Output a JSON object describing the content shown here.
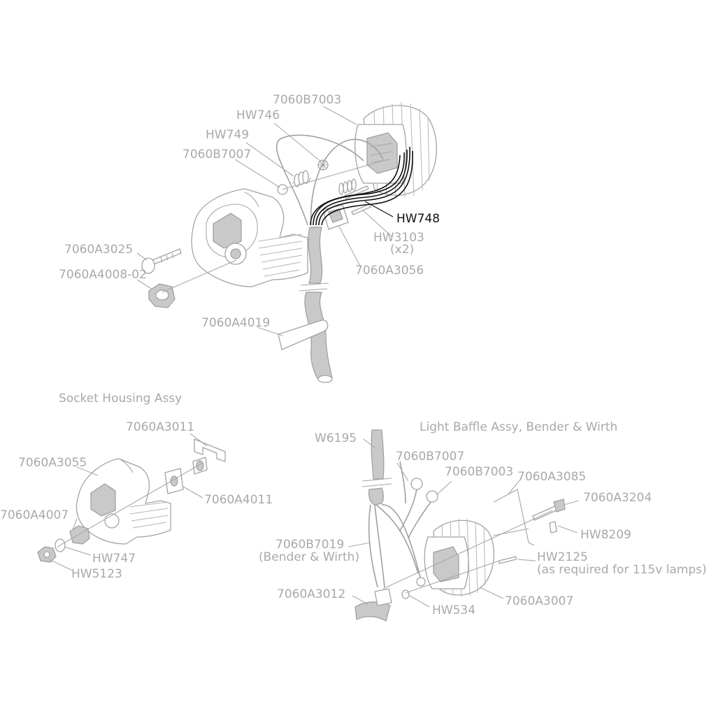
{
  "labels": {
    "p7060B7003_top": "7060B7003",
    "hw746": "HW746",
    "hw749": "HW749",
    "p7060B7007_top": "7060B7007",
    "hw748": "HW748",
    "hw3103": "HW3103",
    "hw3103_qty": "(x2)",
    "p7060A3056": "7060A3056",
    "p7060A3025": "7060A3025",
    "p7060A4008": "7060A4008-02",
    "p7060A4019": "7060A4019",
    "p7060A3011": "7060A3011",
    "p7060A3055": "7060A3055",
    "p7060A4011": "7060A4011",
    "p7060A4007": "7060A4007",
    "hw747": "HW747",
    "hw5123": "HW5123",
    "w6195": "W6195",
    "p7060B7007_bottom": "7060B7007",
    "p7060B7003_bottom": "7060B7003",
    "p7060A3085": "7060A3085",
    "p7060A3204": "7060A3204",
    "hw8209": "HW8209",
    "hw2125": "HW2125",
    "hw2125_note": "(as required for 115v lamps)",
    "p7060B7019": "7060B7019",
    "p7060B7019_note": "(Bender & Wirth)",
    "p7060A3012": "7060A3012",
    "hw534": "HW534",
    "p7060A3007": "7060A3007"
  },
  "titles": {
    "socket_housing": "Socket Housing Assy",
    "light_baffle": "Light Baffle Assy, Bender & Wirth"
  },
  "highlighted_part": "HW748",
  "colors": {
    "drawing": "#a3a3a3",
    "highlight": "#111111",
    "background": "#ffffff"
  }
}
